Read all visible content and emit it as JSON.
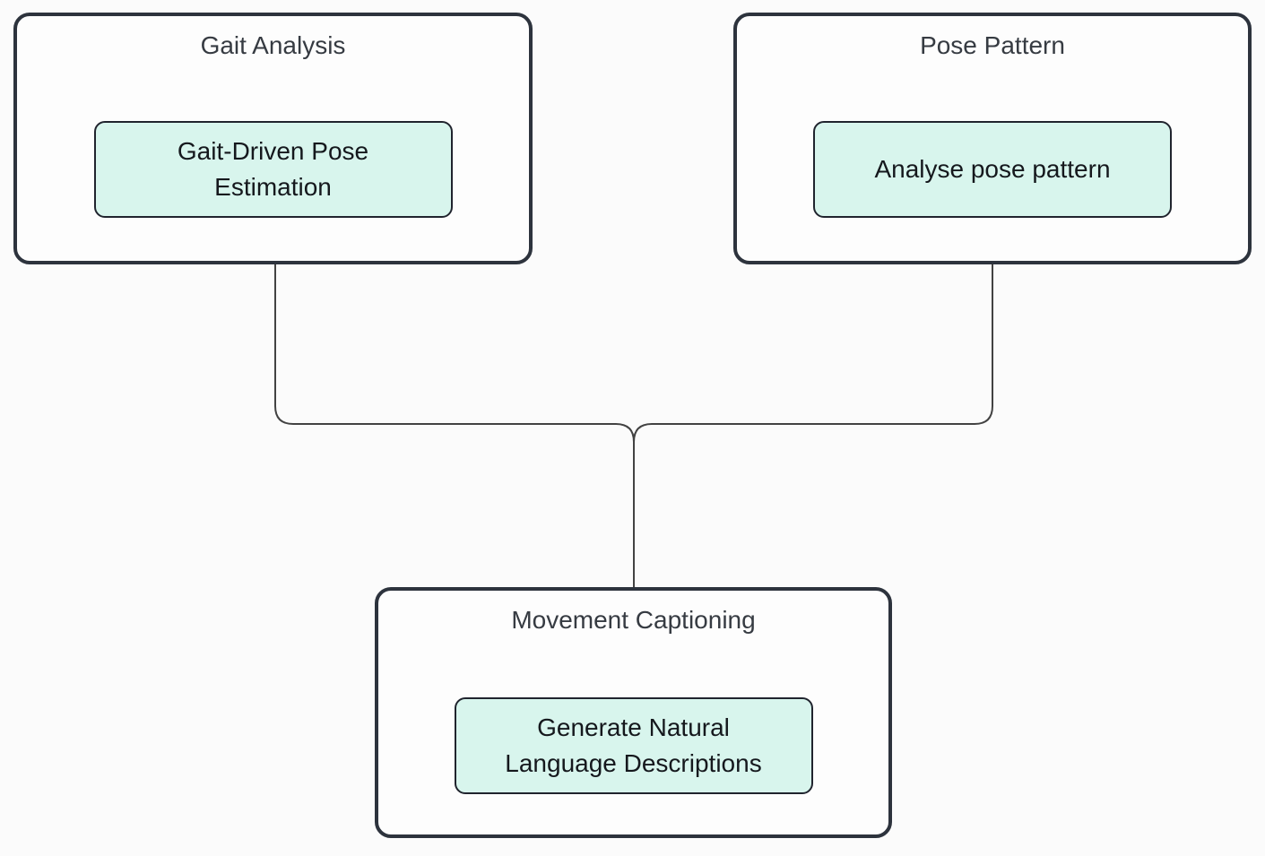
{
  "diagram": {
    "colors": {
      "page_bg": "#fbfbfb",
      "container_fill": "#fdfdfd",
      "container_border": "#2d333d",
      "node_fill": "#d8f5ed",
      "node_border": "#20242e",
      "title_text": "#363b42",
      "node_text": "#15181d",
      "connector": "#424242"
    },
    "groups": [
      {
        "id": "gait-analysis",
        "title": "Gait Analysis",
        "node_label": "Gait-Driven Pose\nEstimation"
      },
      {
        "id": "pose-pattern",
        "title": "Pose Pattern",
        "node_label": "Analyse pose pattern"
      },
      {
        "id": "movement-captioning",
        "title": "Movement Captioning",
        "node_label": "Generate Natural\nLanguage Descriptions"
      }
    ],
    "connections": [
      {
        "from": "Gait Analysis",
        "to": "Movement Captioning"
      },
      {
        "from": "Pose Pattern",
        "to": "Movement Captioning"
      }
    ]
  }
}
